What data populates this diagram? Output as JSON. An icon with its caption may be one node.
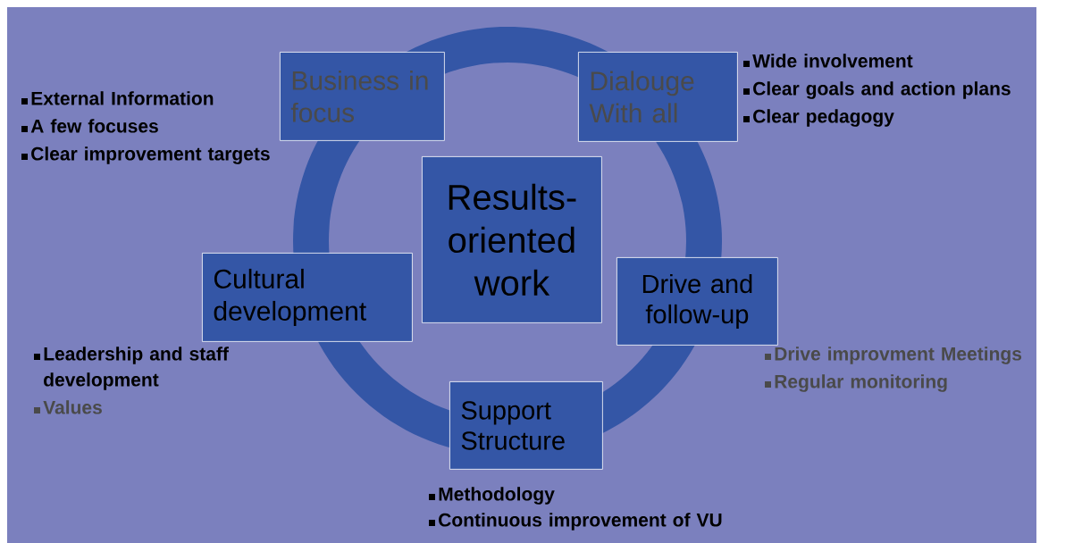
{
  "diagram": {
    "nodes": [
      {
        "text": [
          "Business in focus"
        ],
        "beside": [
          "External Information",
          "A few focuses",
          "Clear improvement targets"
        ]
      },
      {
        "text": [
          "Dialouge With all"
        ],
        "beside": [
          "Wide involvement",
          "Clear goals and action plans",
          "Clear pedagogy"
        ]
      },
      {
        "text": [
          "Results-oriented work"
        ]
      },
      {
        "text": [
          "Cultural development"
        ],
        "beside": [
          "Leadership and staff development",
          "Values"
        ]
      },
      {
        "text": [
          "Drive and follow-up"
        ],
        "beside": [
          "Drive improvment Meetings",
          "Regular monitoring"
        ]
      },
      {
        "text": [
          "Support Structure"
        ],
        "beside": [
          "Methodology",
          "Continuous improvement of VU"
        ]
      }
    ]
  }
}
